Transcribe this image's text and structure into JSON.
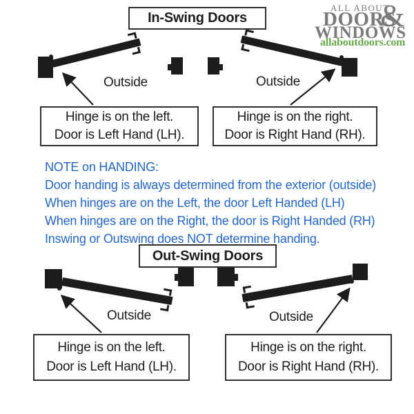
{
  "logo": {
    "top_line": "ALL ABOUT",
    "ampersand": "&",
    "doors": "DOORS",
    "windows": "WINDOWS",
    "website": "allaboutdoors.com",
    "text_color": "#7b7b7b",
    "website_color": "#69a84c"
  },
  "inswing": {
    "title": "In-Swing Doors",
    "left": {
      "outside": "Outside",
      "caption1": "Hinge is on the left.",
      "caption2": "Door is Left Hand (LH)."
    },
    "right": {
      "outside": "Outside",
      "caption1": "Hinge is on the right.",
      "caption2": "Door is Right Hand (RH)."
    }
  },
  "note": {
    "heading": "NOTE on HANDING:",
    "lines": [
      "Door handing is always determined from the exterior (outside)",
      "When hinges are on the Left, the door Left Handed (LH)",
      "When hinges are on the Right, the door is Right Handed (RH)",
      "Inswing or Outswing does NOT determine handing."
    ],
    "color": "#2467c9"
  },
  "outswing": {
    "title": "Out-Swing Doors",
    "left": {
      "outside": "Outside",
      "caption1": "Hinge is on the left.",
      "caption2": "Door is Left Hand (LH)."
    },
    "right": {
      "outside": "Outside",
      "caption1": "Hinge is on the right.",
      "caption2": "Door is Right Hand (RH)."
    }
  },
  "diagram_colors": {
    "shapes": "#1c1c1c",
    "box_border": "#2e2e2e"
  }
}
